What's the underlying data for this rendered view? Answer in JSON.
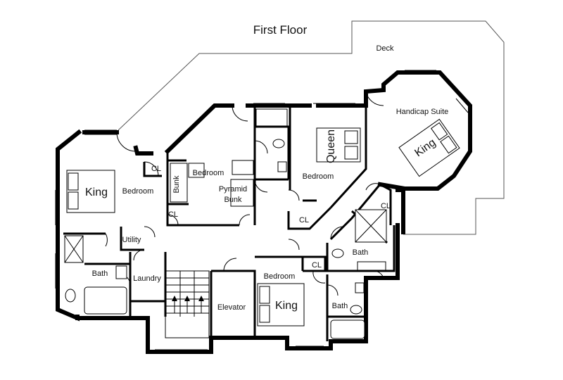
{
  "title": "First Floor",
  "labels": {
    "deck": "Deck",
    "handicap_suite": "Handicap Suite",
    "king_handicap": "King",
    "queen": "Queen",
    "bedroom_queen": "Bedroom",
    "bedroom_bunk": "Bedroom",
    "bunk": "Bunk",
    "pyramid_bunk_1": "Pyramid",
    "pyramid_bunk_2": "Bunk",
    "cl_bunk_top": "CL",
    "cl_bunk_bottom": "CL",
    "cl_queen": "CL",
    "cl_suite": "CL",
    "cl_lower": "CL",
    "king_left": "King",
    "bedroom_left": "Bedroom",
    "utility": "Utility",
    "bath_left": "Bath",
    "laundry": "Laundry",
    "elevator": "Elevator",
    "bedroom_lower": "Bedroom",
    "king_lower": "King",
    "bath_suite": "Bath",
    "bath_lower": "Bath"
  }
}
